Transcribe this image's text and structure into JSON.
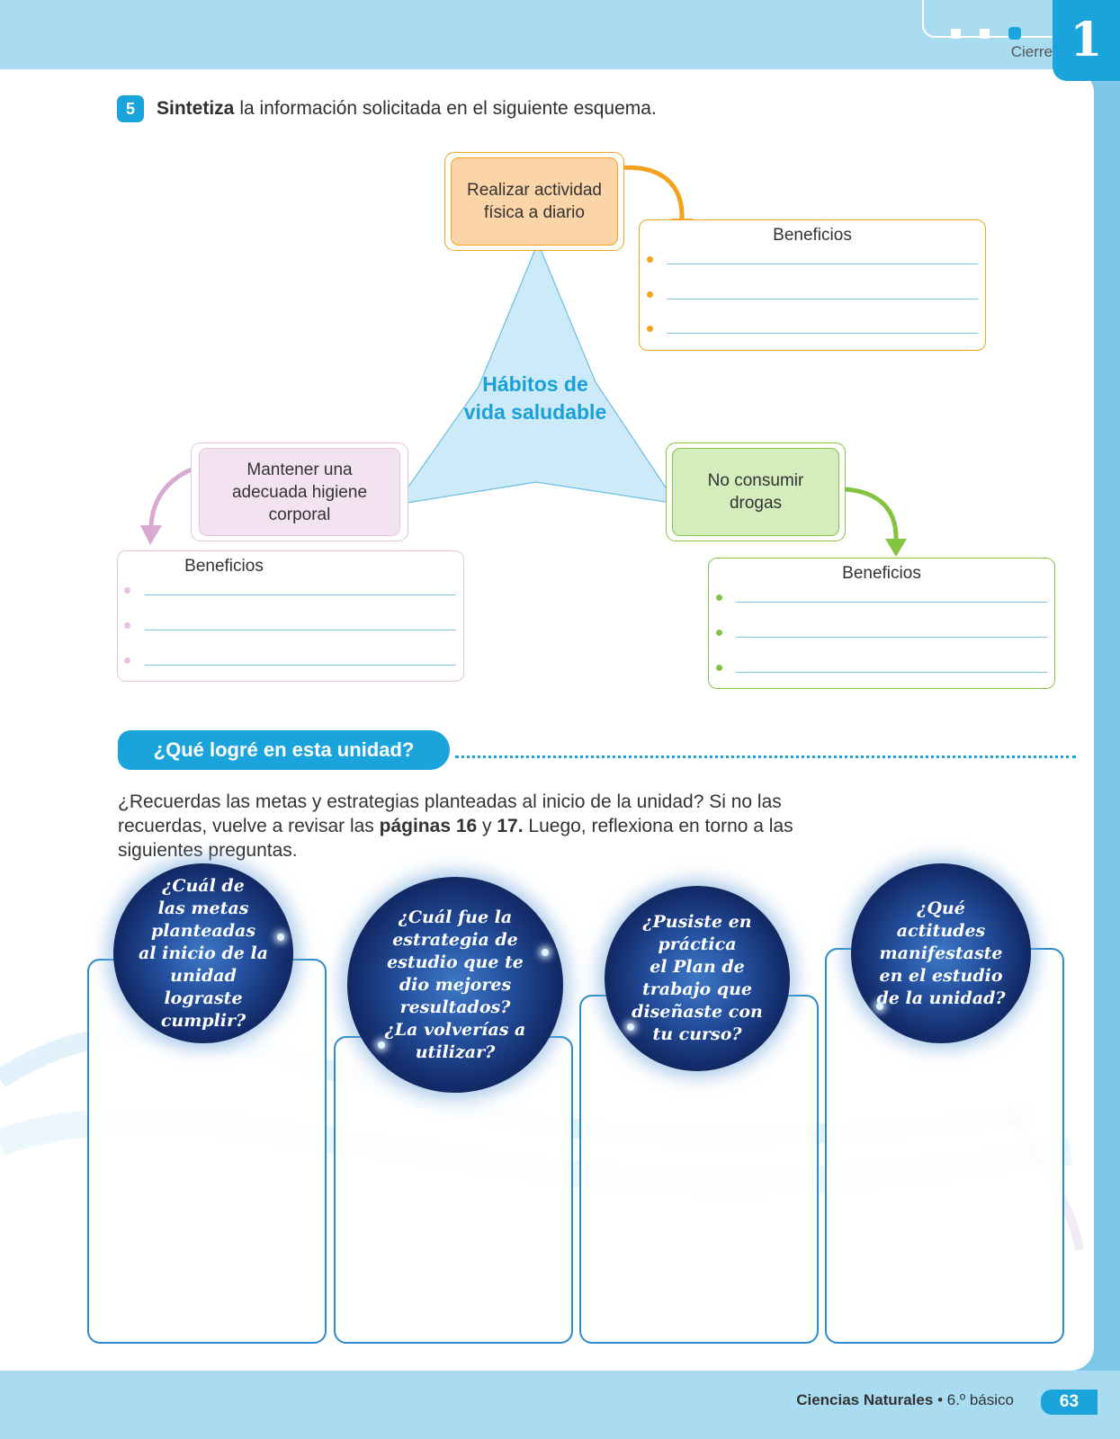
{
  "header": {
    "section": "Cierre",
    "chapter_number": "1"
  },
  "activity": {
    "number": "5",
    "verb": "Sintetiza",
    "instruction": "la información solicitada en el siguiente esquema."
  },
  "diagram": {
    "center": [
      "Hábitos de",
      "vida saludable"
    ],
    "nodes": {
      "top": [
        "Realizar actividad",
        "física a diario"
      ],
      "left": [
        "Mantener una",
        "adecuada higiene",
        "corporal"
      ],
      "right": [
        "No consumir",
        "drogas"
      ]
    },
    "benefits_title": "Beneficios",
    "colors": {
      "orange": "#f3a11f",
      "pink": "#d9a9d2",
      "green": "#84c441",
      "blue": "#1aa0d8"
    }
  },
  "unit_review": {
    "banner": "¿Qué logré en esta unidad?",
    "intro_1": "¿Recuerdas las metas y estrategias planteadas al inicio de la unidad? Si no las recuerdas, vuelve a revisar las ",
    "intro_bold_1": "páginas 16",
    "intro_2": " y ",
    "intro_bold_2": "17.",
    "intro_3": " Luego, reflexiona en torno a las siguientes preguntas.",
    "questions": [
      [
        "¿Cuál de",
        "las metas",
        "planteadas",
        "al inicio de la",
        "unidad lograste",
        "cumplir?"
      ],
      [
        "¿Cuál fue la",
        "estrategia de",
        "estudio que te",
        "dio mejores",
        "resultados?",
        "¿La volverías a",
        "utilizar?"
      ],
      [
        "¿Pusiste en",
        "práctica",
        "el Plan de",
        "trabajo que",
        "diseñaste con",
        "tu curso?"
      ],
      [
        "¿Qué",
        "actitudes",
        "manifestaste",
        "en el estudio",
        "de la unidad?"
      ]
    ]
  },
  "footer": {
    "subject": "Ciencias Naturales",
    "grade": "• 6.º básico",
    "page": "63"
  }
}
